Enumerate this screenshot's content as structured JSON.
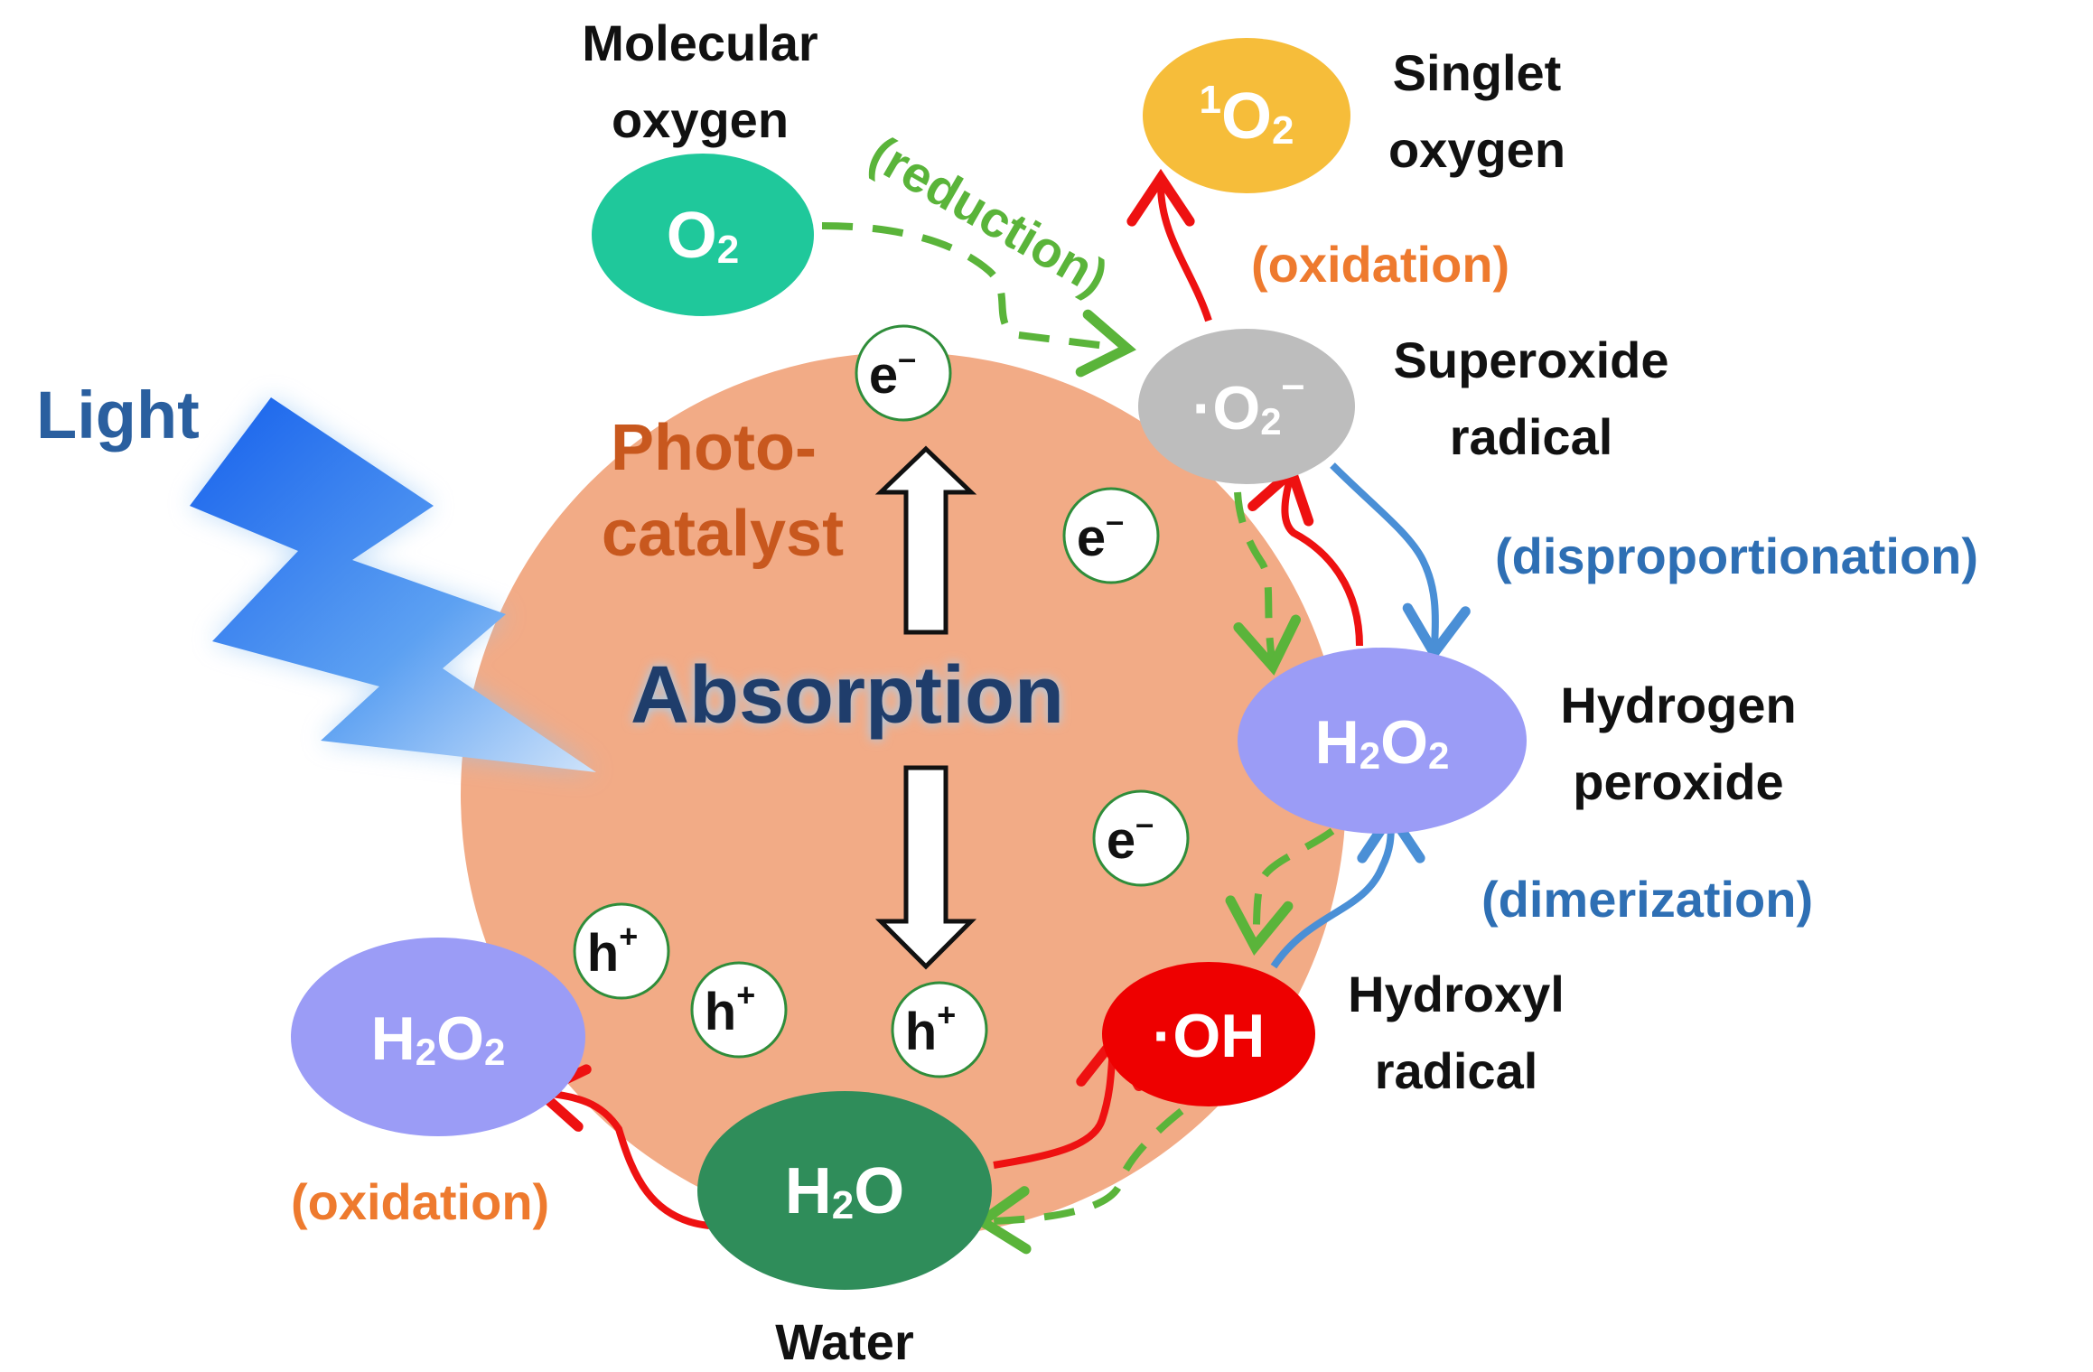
{
  "light_label": "Light",
  "catalyst": {
    "line1": "Photo-",
    "line2": "catalyst",
    "absorption": "Absorption"
  },
  "species": {
    "o2": {
      "formula": "O",
      "sub": "2",
      "name1": "Molecular",
      "name2": "oxygen",
      "color": "#1fc89b"
    },
    "singlet": {
      "sup": "1",
      "formula": "O",
      "sub": "2",
      "name1": "Singlet",
      "name2": "oxygen",
      "color": "#f6bd3a"
    },
    "superoxide": {
      "dot": "·",
      "formula": "O",
      "sub": "2",
      "sup": "–",
      "name1": "Superoxide",
      "name2": "radical",
      "color": "#bdbdbd"
    },
    "h2o2_right": {
      "f1": "H",
      "s1": "2",
      "f2": "O",
      "s2": "2",
      "name1": "Hydrogen",
      "name2": "peroxide",
      "color": "#9b9cf6"
    },
    "hydroxyl": {
      "text": "·OH",
      "name1": "Hydroxyl",
      "name2": "radical",
      "color": "#ee0000"
    },
    "water": {
      "f1": "H",
      "s1": "2",
      "f2": "O",
      "name": "Water",
      "color": "#2f8d5a"
    },
    "h2o2_left": {
      "f1": "H",
      "s1": "2",
      "f2": "O",
      "s2": "2",
      "color": "#9b9cf6"
    }
  },
  "process_labels": {
    "reduction": "(reduction)",
    "oxidation_top": "(oxidation)",
    "disproportionation": "(disproportionation)",
    "dimerization": "(dimerization)",
    "oxidation_bottom": "(oxidation)"
  },
  "carriers": {
    "electron": "e",
    "electron_sup": "–",
    "hole": "h",
    "hole_sup": "+"
  },
  "colors": {
    "catalyst": "#f2ab86",
    "red_arrow": "#ee1111",
    "green_dashed": "#5ab43a",
    "blue_arrow": "#4a8fd6",
    "light_blue": "#1e6fe6"
  }
}
